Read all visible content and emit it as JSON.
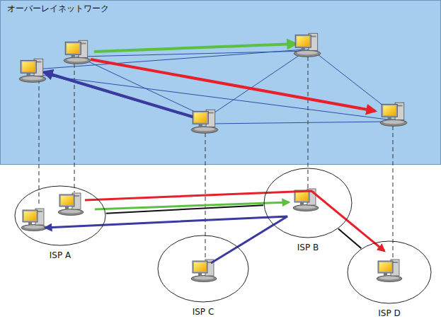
{
  "diagram": {
    "nodes": [
      {
        "text": [
          "オーバーレイネットワーク"
        ]
      },
      {
        "text": [
          "ISP A"
        ]
      },
      {
        "text": [
          "ISP B"
        ]
      },
      {
        "text": [
          "ISP C"
        ]
      },
      {
        "text": [
          "ISP D"
        ]
      }
    ],
    "edges": [
      {
        "from": 1,
        "to": 2,
        "arrow": "none"
      },
      {
        "from": 3,
        "to": 2,
        "arrow": "none"
      },
      {
        "from": 2,
        "to": 4,
        "arrow": "none"
      }
    ]
  }
}
